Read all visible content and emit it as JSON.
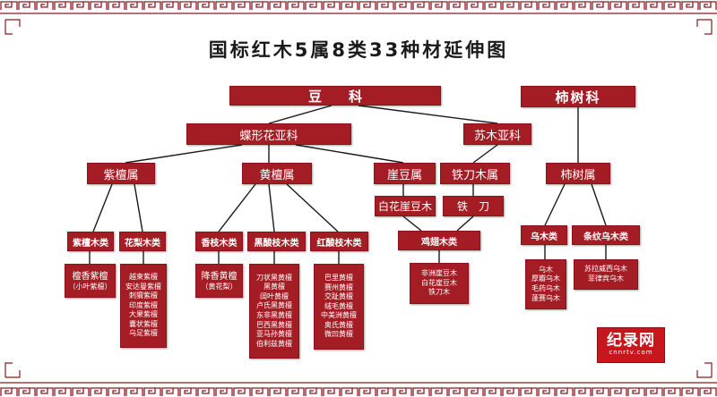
{
  "title": "国标红木5属8类33种材延伸图",
  "colors": {
    "box": "#a41d24",
    "line": "#1a1a1a",
    "border_motif": "#8b1a1f"
  },
  "family": {
    "legume": "豆　　科",
    "ebenaceae": "柿树科"
  },
  "subfamily": {
    "papilionoideae": "蝶形花亚科",
    "caesalpinioideae": "苏木亚科"
  },
  "genus": {
    "pterocarpus": "紫檀属",
    "dalbergia": "黄檀属",
    "millettia": "崖豆属",
    "cassia": "铁刀木属",
    "diospyros": "柿树属"
  },
  "sub_genus": {
    "millettia_leucantha": "白花崖豆木",
    "cassia_siamea": "铁　刀"
  },
  "category": {
    "zitan": "紫檀木类",
    "huali": "花梨木类",
    "xiangzhi": "香枝木类",
    "heisuanzhi": "黑酸枝木类",
    "hongsuanzhi": "红酸枝木类",
    "jichi": "鸡翅木类",
    "wumu": "乌木类",
    "tiaowenwumu": "条纹乌木类"
  },
  "species": {
    "zitan_main": "檀香紫檀",
    "zitan_sub": "（小叶紫檀）",
    "huali": [
      "越柬紫檀",
      "安达曼紫檀",
      "刺猬紫檀",
      "印度紫檀",
      "大果紫檀",
      "囊状紫檀",
      "乌足紫檀"
    ],
    "xiangzhi_main": "降香黄檀",
    "xiangzhi_sub": "（黄花梨）",
    "heisuanzhi": [
      "刀状黑黄檀",
      "黑黄檀",
      "阔叶黄檀",
      "卢氏黑黄檀",
      "东非黑黄檀",
      "巴西黑黄檀",
      "亚马孙黄檀",
      "伯利兹黄檀"
    ],
    "hongsuanzhi": [
      "巴里黄檀",
      "赛州黄檀",
      "交趾黄檀",
      "绒毛黄檀",
      "中美洲黄檀",
      "奥氏黄檀",
      "微凹黄檀"
    ],
    "jichi": [
      "非洲崖豆木",
      "白花崖豆木",
      "铁刀木"
    ],
    "wumu": [
      "乌木",
      "厚瓣乌木",
      "毛药乌木",
      "蓬赛乌木"
    ],
    "tiaowenwumu": [
      "苏拉威西乌木",
      "菲律宾乌木"
    ]
  },
  "watermark": {
    "main": "纪录网",
    "sub": "cnnrtv.com"
  }
}
